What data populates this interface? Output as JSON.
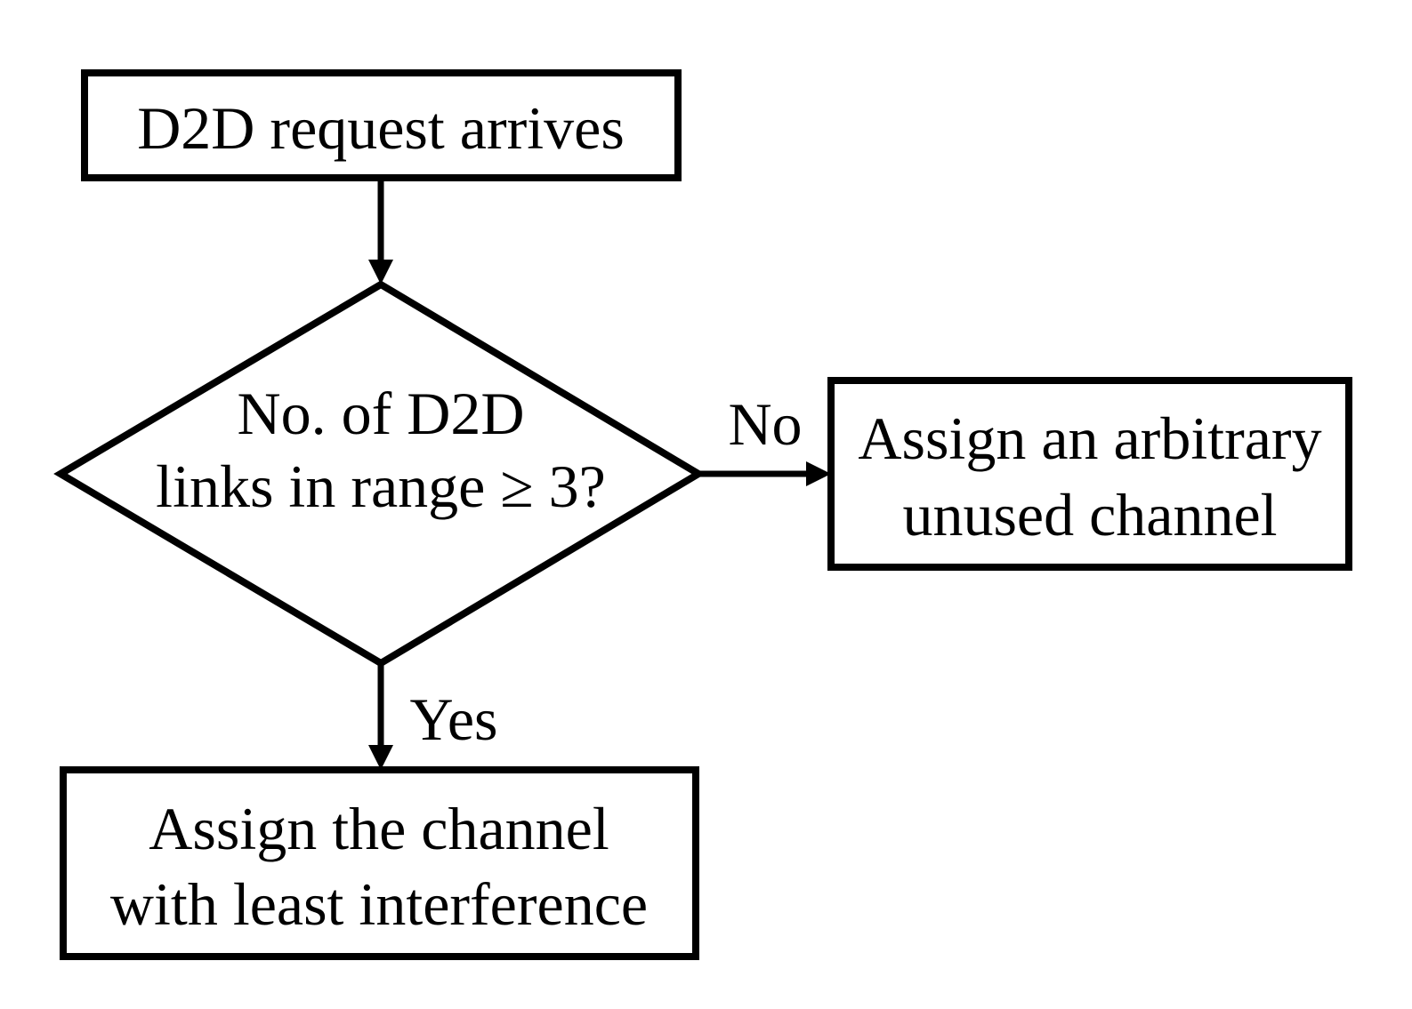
{
  "flowchart": {
    "start": {
      "label": "D2D request arrives"
    },
    "decision": {
      "line1": "No. of D2D",
      "line2": "links in range ≥ 3?"
    },
    "branch_no": {
      "label": "No",
      "line1": "Assign an arbitrary",
      "line2": "unused channel"
    },
    "branch_yes": {
      "label": "Yes",
      "line1": "Assign the channel",
      "line2": "with least interference"
    }
  }
}
